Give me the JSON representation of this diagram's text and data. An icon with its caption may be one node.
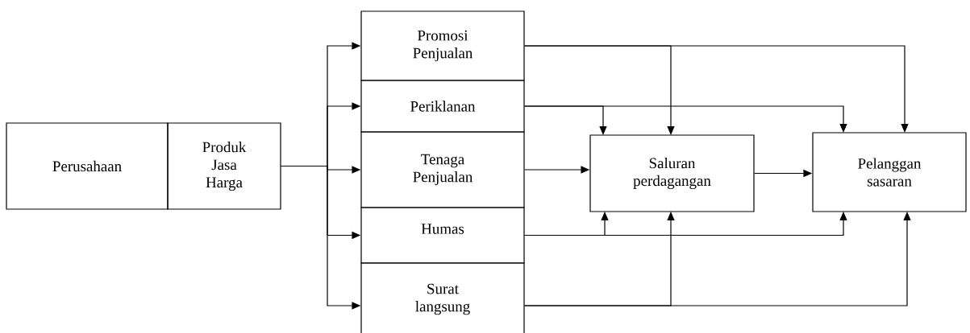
{
  "diagram": {
    "nodes": [
      {
        "text": [
          "Perusahaan"
        ]
      },
      {
        "text": [
          "Produk Jasa Harga"
        ]
      },
      {
        "text": [
          "Promosi Penjualan"
        ]
      },
      {
        "text": [
          "Periklanan"
        ]
      },
      {
        "text": [
          "Tenaga Penjualan"
        ]
      },
      {
        "text": [
          "Humas"
        ]
      },
      {
        "text": [
          "Surat langsung"
        ]
      },
      {
        "text": [
          "Saluran perdagangan"
        ]
      },
      {
        "text": [
          "Pelanggan sasaran"
        ]
      }
    ],
    "edges": [
      {
        "from": 1,
        "to": 2,
        "arrow": "to"
      },
      {
        "from": 1,
        "to": 3,
        "arrow": "to"
      },
      {
        "from": 1,
        "to": 4,
        "arrow": "to"
      },
      {
        "from": 1,
        "to": 5,
        "arrow": "to"
      },
      {
        "from": 1,
        "to": 6,
        "arrow": "to"
      },
      {
        "from": 2,
        "to": 7,
        "arrow": "to"
      },
      {
        "from": 2,
        "to": 8,
        "arrow": "to"
      },
      {
        "from": 3,
        "to": 7,
        "arrow": "to"
      },
      {
        "from": 3,
        "to": 8,
        "arrow": "to"
      },
      {
        "from": 4,
        "to": 7,
        "arrow": "to"
      },
      {
        "from": 7,
        "to": 8,
        "arrow": "to"
      },
      {
        "from": 5,
        "to": 7,
        "arrow": "to"
      },
      {
        "from": 5,
        "to": 8,
        "arrow": "to"
      },
      {
        "from": 6,
        "to": 7,
        "arrow": "to"
      },
      {
        "from": 6,
        "to": 8,
        "arrow": "to"
      }
    ]
  }
}
